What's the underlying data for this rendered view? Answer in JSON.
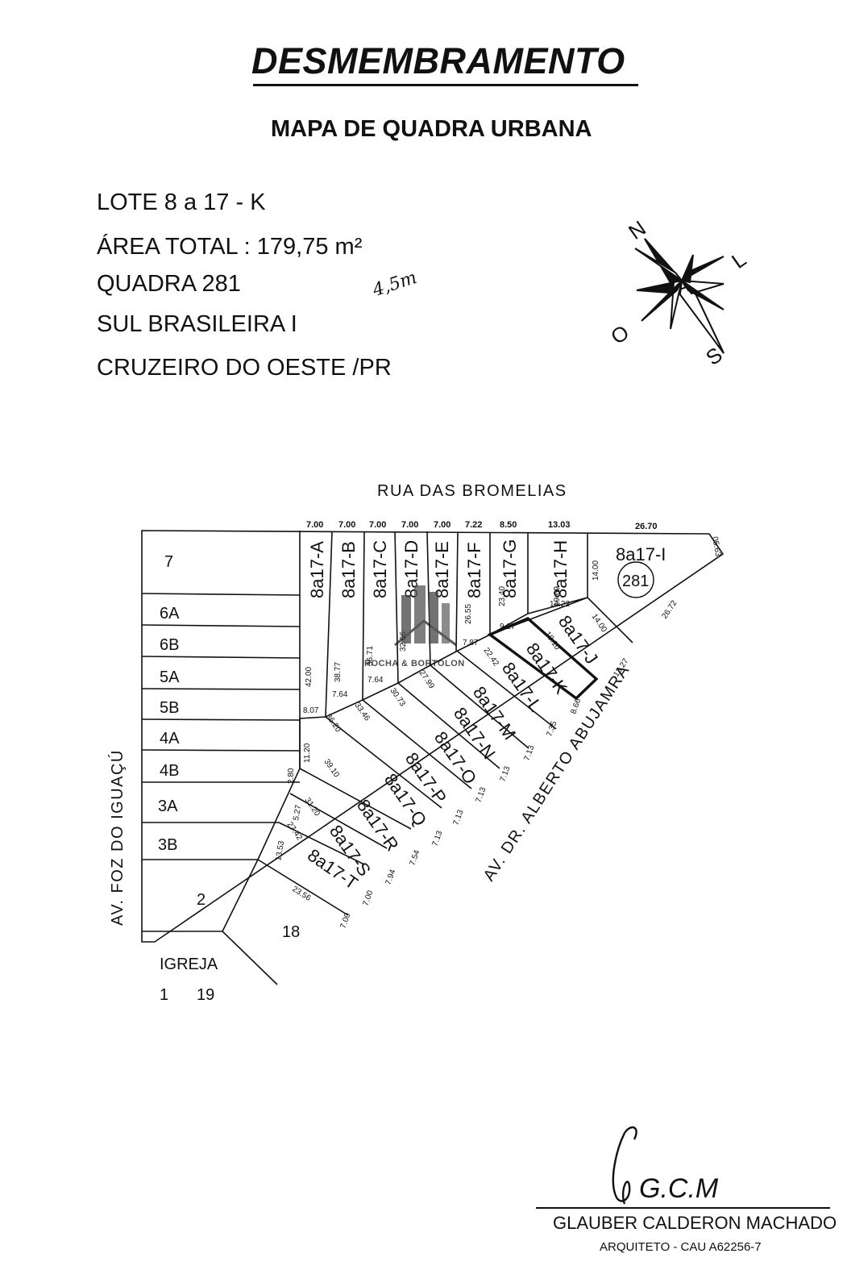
{
  "header": {
    "title": "DESMEMBRAMENTO",
    "subtitle": "MAPA DE QUADRA URBANA"
  },
  "info": {
    "lote": "LOTE  8  a 17 - K",
    "area": "ÁREA TOTAL :  179,75 m²",
    "quadra": "QUADRA 281",
    "bairro": "SUL BRASILEIRA I",
    "cidade": "CRUZEIRO DO OESTE /PR",
    "hand_note": "4,5m"
  },
  "compass": {
    "n": "N",
    "l": "L",
    "s": "S",
    "o": "O"
  },
  "streets": {
    "top": "RUA DAS BROMELIAS",
    "left": "AV. FOZ DO IGUAÇÚ",
    "diagonal": "AV. DR. ALBERTO ABUJAMRA"
  },
  "lots": {
    "left_column": [
      "7",
      "6A",
      "6B",
      "5A",
      "5B",
      "4A",
      "4B",
      "3A",
      "3B",
      "2"
    ],
    "lot_18": "18",
    "igreja": "IGREJA",
    "lot_1": "1",
    "lot_19": "19",
    "block_number": "281",
    "top_row": [
      "8a17-A",
      "8a17-B",
      "8a17-C",
      "8a17-D",
      "8a17-E",
      "8a17-F",
      "8a17-G",
      "8a17-H"
    ],
    "lot_i": "8a17-I",
    "diagonal_row": [
      "8a17-J",
      "8a17-K",
      "8a17-L",
      "8a17-M",
      "8a17-N",
      "8a17-O",
      "8a17-P",
      "8a17-Q",
      "8a17-R",
      "8a17-S",
      "8a17-T"
    ]
  },
  "dims": {
    "top": [
      "7.00",
      "7.00",
      "7.00",
      "7.00",
      "7.00",
      "7.22",
      "8.50",
      "13.03",
      "26.70"
    ],
    "corner": "05.63",
    "depths": [
      "42.00",
      "38.77",
      "36.71",
      "32.66",
      "26.55",
      "23.40",
      "19.69",
      "14.00"
    ],
    "inner": [
      "8.07",
      "7.64",
      "7.64",
      "7.87",
      "9.27",
      "14.22"
    ],
    "j": [
      "14.00",
      "19.10",
      "26.72",
      "13.27"
    ],
    "diag_side": [
      "22.42",
      "27.99",
      "30.73",
      "33.46",
      "36.20",
      "39.10",
      "31.20",
      "27.42",
      "23.56"
    ],
    "front": [
      "8.66",
      "7.35",
      "7.13",
      "7.13",
      "7.13",
      "7.13",
      "7.13",
      "7.54",
      "7.94",
      "7.00",
      "7.00"
    ],
    "misc": [
      "2.80",
      "11.20",
      "5.27",
      "13.53"
    ]
  },
  "watermark": "ROCHA & BORTOLON",
  "signature": {
    "initials": "G.C.M",
    "name": "GLAUBER CALDERON MACHADO",
    "role": "ARQUITETO - CAU  A62256-7"
  }
}
